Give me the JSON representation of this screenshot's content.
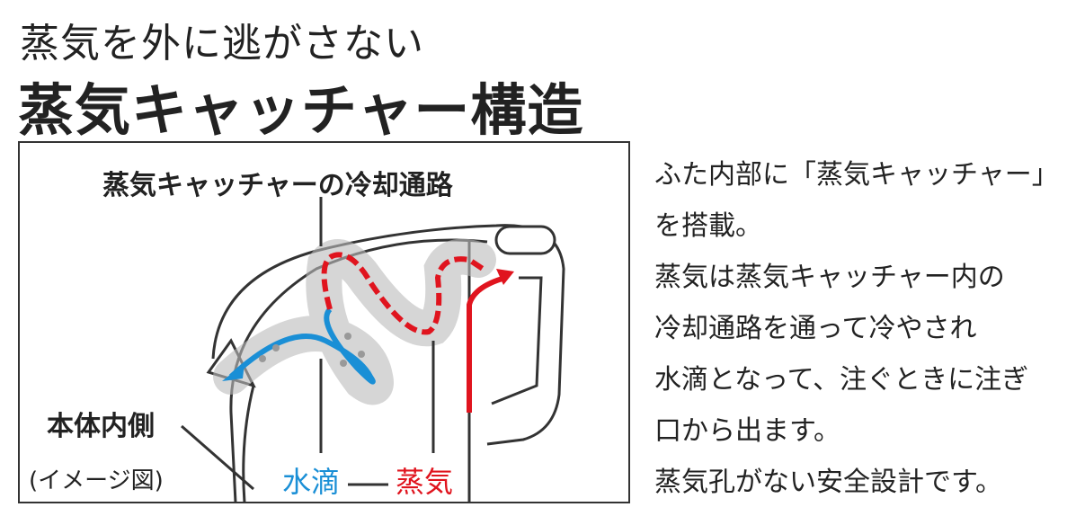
{
  "title": {
    "subtitle": "蒸気を外に逃がさない",
    "main": "蒸気キャッチャー構造"
  },
  "diagram": {
    "channel_label": "蒸気キャッチャーの冷却通路",
    "body_inner_label": "本体内側",
    "image_note": "(イメージ図)",
    "water_label": "水滴",
    "steam_label": "蒸気",
    "colors": {
      "water": "#1a8fd6",
      "steam": "#e0141e",
      "line": "#333333"
    }
  },
  "description": {
    "lines": [
      "ふた内部に「蒸気キャッチャー」",
      "を搭載。",
      "蒸気は蒸気キャッチャー内の",
      "冷却通路を通って冷やされ",
      "水滴となって、注ぐときに注ぎ",
      "口から出ます。",
      "蒸気孔がない安全設計です。"
    ]
  }
}
